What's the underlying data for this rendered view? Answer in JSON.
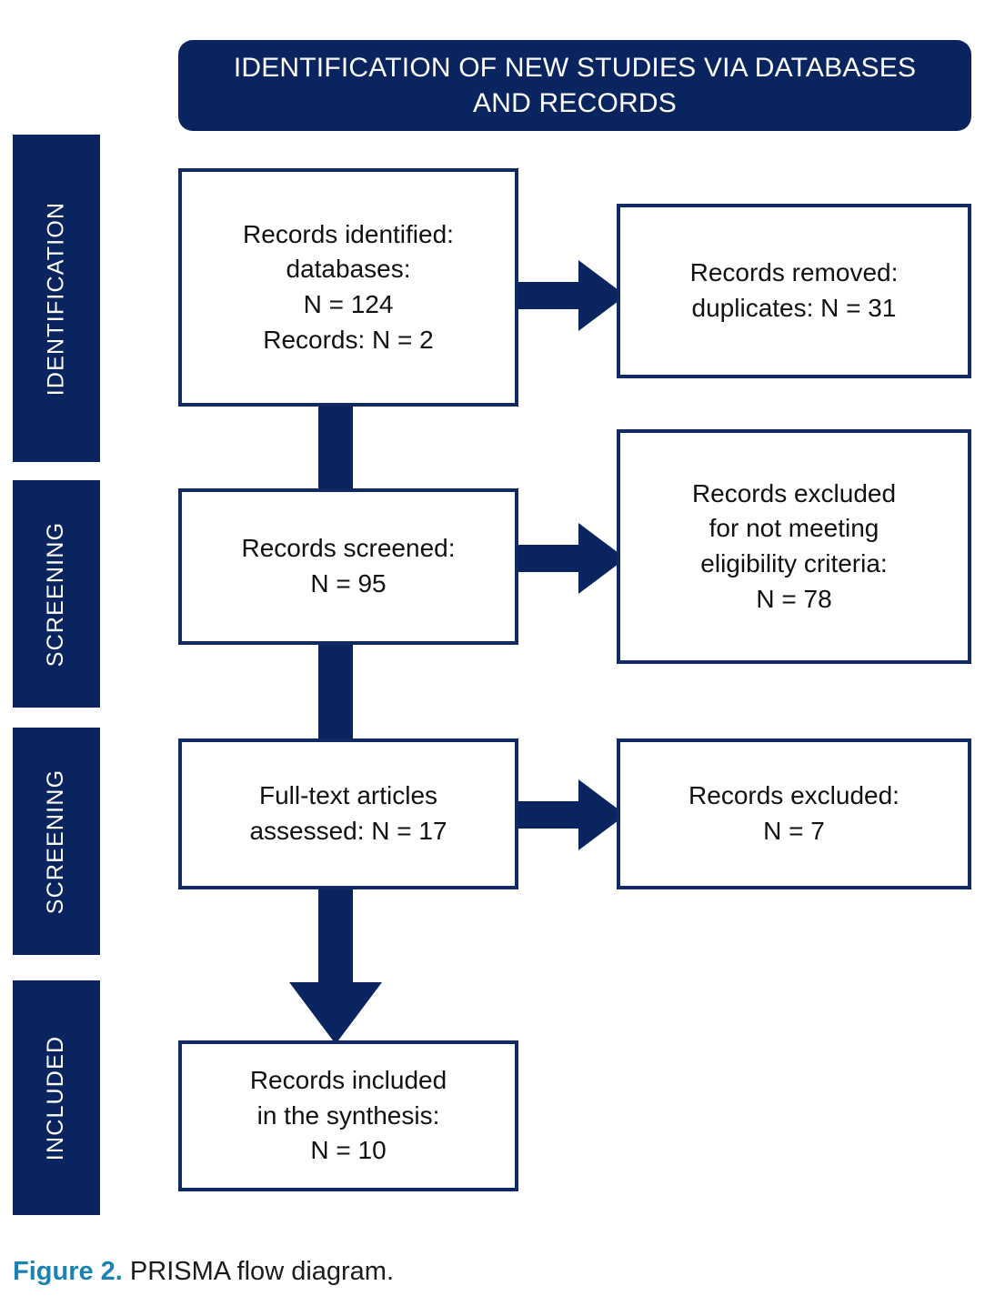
{
  "figure": {
    "header_title": "IDENTIFICATION OF NEW STUDIES VIA DATABASES AND RECORDS",
    "caption_label": "Figure 2.",
    "caption_text": " PRISMA flow diagram.",
    "colors": {
      "navy": "#0a2460",
      "box_border": "#112a63",
      "caption_accent": "#1b82b3",
      "box_fill": "#ffffff",
      "text": "#111111"
    }
  },
  "stages": [
    {
      "id": "identification",
      "label": "IDENTIFICATION"
    },
    {
      "id": "screening-1",
      "label": "SCREENING"
    },
    {
      "id": "screening-2",
      "label": "SCREENING"
    },
    {
      "id": "included",
      "label": "INCLUDED"
    }
  ],
  "boxes": {
    "identified": {
      "text": "Records identified:\ndatabases:\nN = 124\nRecords: N = 2",
      "counts": {
        "databases": 124,
        "records": 2
      }
    },
    "removed": {
      "text": "Records removed:\nduplicates: N = 31",
      "counts": {
        "duplicates": 31
      }
    },
    "screened": {
      "text": "Records screened:\nN = 95",
      "counts": {
        "screened": 95
      }
    },
    "excluded_criteria": {
      "text": "Records excluded\nfor not meeting\neligibility criteria:\nN = 78",
      "counts": {
        "excluded": 78
      }
    },
    "fulltext": {
      "text": "Full-text articles\nassessed: N = 17",
      "counts": {
        "assessed": 17
      }
    },
    "excluded_fulltext": {
      "text": "Records excluded:\nN = 7",
      "counts": {
        "excluded": 7
      }
    },
    "included": {
      "text": "Records included\nin the synthesis:\nN = 10",
      "counts": {
        "included": 10
      }
    }
  },
  "arrows": [
    {
      "id": "identified-to-removed",
      "direction": "right"
    },
    {
      "id": "screened-to-excluded-criteria",
      "direction": "right"
    },
    {
      "id": "fulltext-to-excluded-fulltext",
      "direction": "right"
    },
    {
      "id": "fulltext-to-included",
      "direction": "down"
    }
  ],
  "connectors": [
    {
      "id": "identified-to-screened",
      "direction": "vertical"
    },
    {
      "id": "screened-to-fulltext",
      "direction": "vertical"
    }
  ]
}
